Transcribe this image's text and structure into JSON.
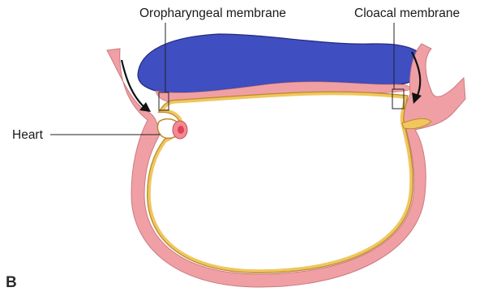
{
  "labels": {
    "oropharyngeal": "Oropharyngeal membrane",
    "cloacal": "Cloacal membrane",
    "heart": "Heart",
    "panel": "B"
  },
  "colors": {
    "ectoderm": "#3f4ec1",
    "mesoderm": "#f0a0a4",
    "endoderm": "#f0c65e",
    "heart": "#e0405a",
    "line": "#222222",
    "background": "#ffffff"
  }
}
